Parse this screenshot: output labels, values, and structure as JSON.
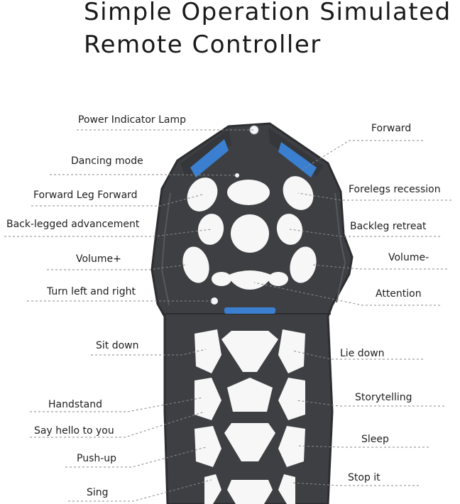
{
  "title": {
    "line1": "Simple Operation Simulated",
    "line2": "Remote Controller"
  },
  "labels": {
    "power_indicator_lamp": "Power Indicator Lamp",
    "forward": "Forward",
    "dancing_mode": "Dancing mode",
    "forward_leg_forward": "Forward Leg Forward",
    "forelegs_recession": "Forelegs recession",
    "back_legged_advancement": "Back-legged advancement",
    "backleg_retreat": "Backleg retreat",
    "volume_up": "Volume+",
    "volume_down": "Volume-",
    "turn_left_and_right": "Turn left and right",
    "attention": "Attention",
    "sit_down": "Sit down",
    "lie_down": "Lie down",
    "handstand": "Handstand",
    "storytelling": "Storytelling",
    "say_hello_to_you": "Say hello to you",
    "sleep": "Sleep",
    "push_up": "Push-up",
    "stop_it": "Stop it",
    "sing": "Sing"
  },
  "colors": {
    "body": "#3d3f43",
    "body_edge": "#2c2e31",
    "accent_blue": "#3a7fd0",
    "leader_line": "#8a8a8a"
  }
}
